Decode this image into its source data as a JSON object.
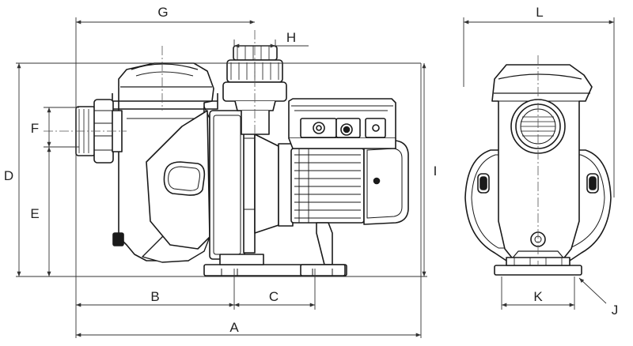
{
  "dimensions": {
    "A": "A",
    "B": "B",
    "C": "C",
    "D": "D",
    "E": "E",
    "F": "F",
    "G": "G",
    "H": "H",
    "I": "I",
    "J": "J",
    "K": "K",
    "L": "L"
  },
  "colors": {
    "line": "#1a1a1a",
    "dimension": "#333333",
    "fill": "#ffffff"
  }
}
